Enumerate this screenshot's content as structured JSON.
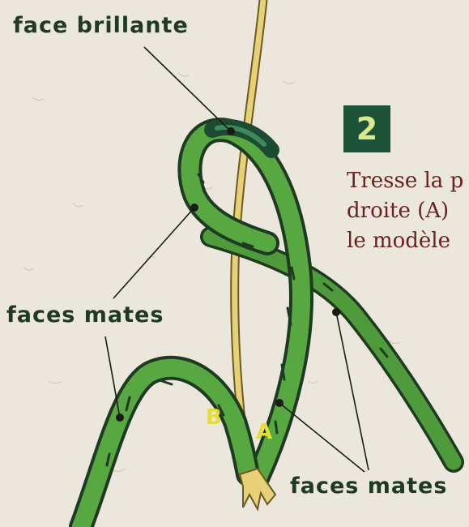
{
  "labels": {
    "top": "face brillante",
    "left": "faces mates",
    "bottom": "faces mates"
  },
  "step": {
    "number": "2"
  },
  "instruction": {
    "line1": "Tresse la p",
    "line2": "droite (A)",
    "line3": "le modèle"
  },
  "markers": {
    "a": "A",
    "b": "B"
  },
  "colors": {
    "leaf_green": "#4f9a3a",
    "leaf_dark": "#1f3a22",
    "straw": "#e7d178",
    "badge": "#1c5238",
    "text_red": "#6a1f1c"
  }
}
